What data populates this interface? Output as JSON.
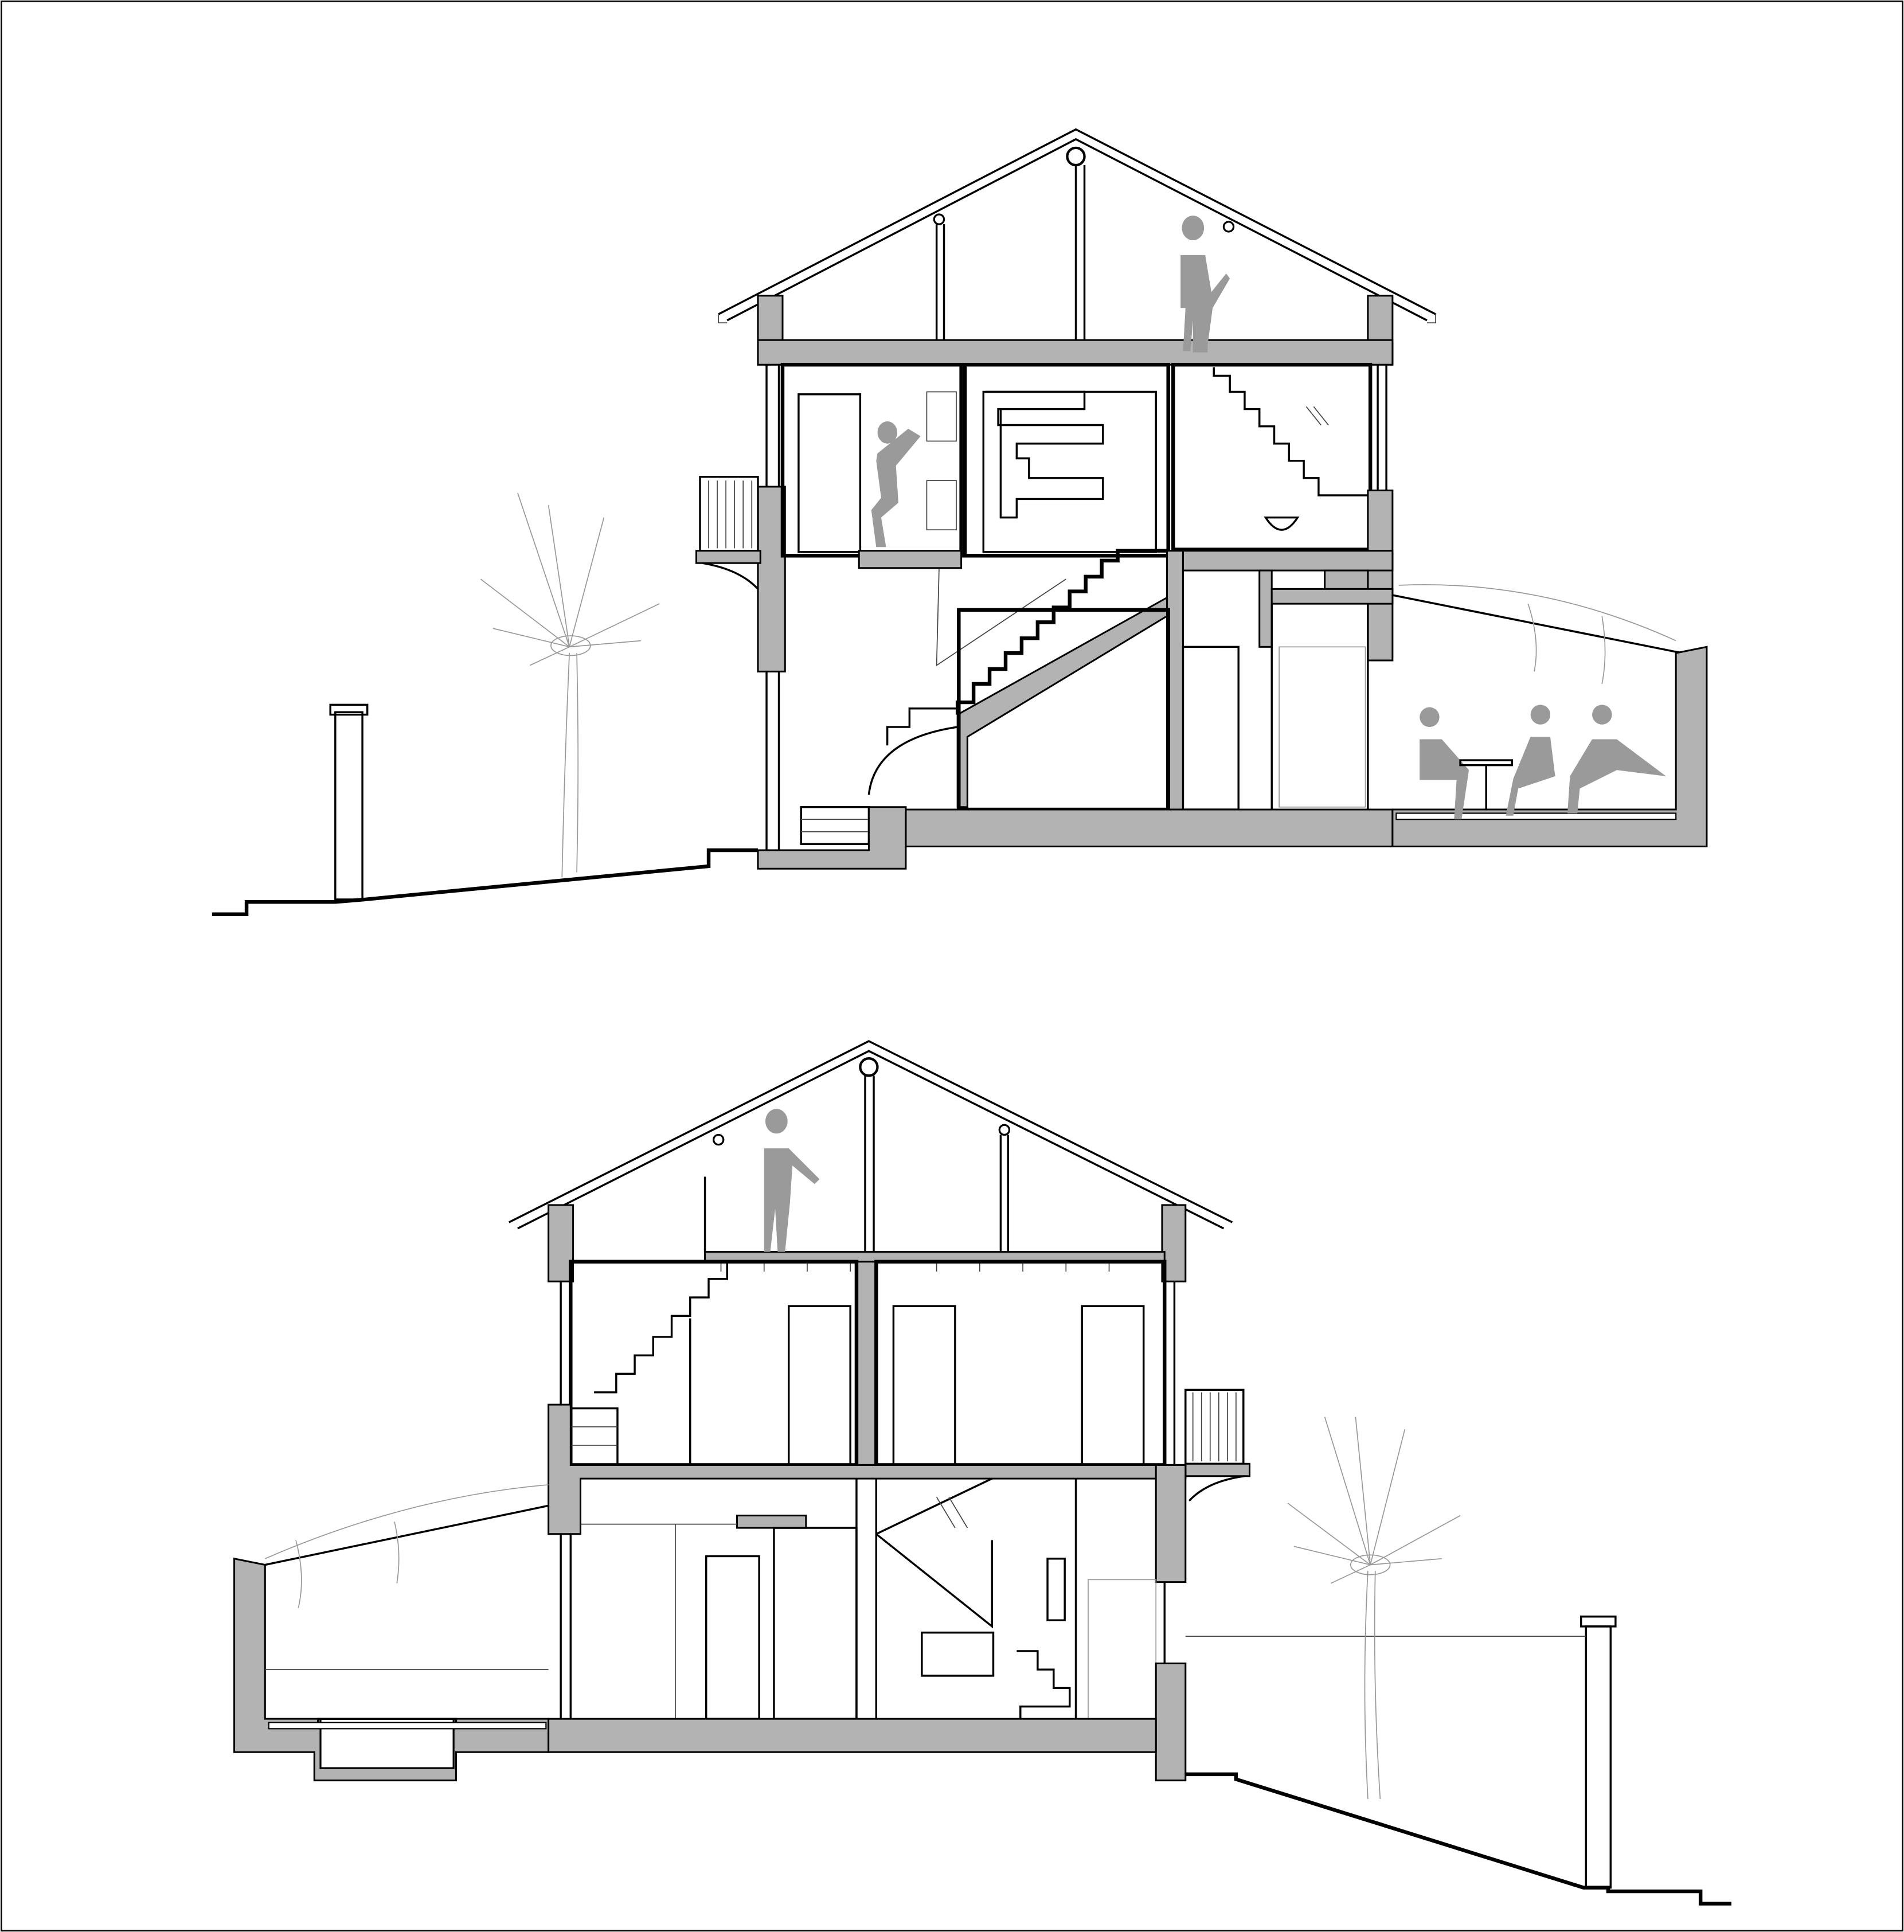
{
  "drawing": {
    "colors": {
      "line": "#000000",
      "poche": "#b3b3b3",
      "figures": "#9a9a9a",
      "vegetation": "#999999",
      "background": "#ffffff"
    },
    "sections": [
      {
        "elements": [
          "gable-roof",
          "attic",
          "upper-floor",
          "ground-floor",
          "staircase",
          "balcony",
          "courtyard-terrace",
          "palm-tree",
          "gate-post",
          "ground-line"
        ]
      },
      {
        "elements": [
          "gable-roof",
          "attic",
          "upper-floor",
          "ground-floor",
          "staircase",
          "balcony",
          "pool",
          "palm-tree",
          "gate-post",
          "ground-line"
        ]
      }
    ]
  }
}
